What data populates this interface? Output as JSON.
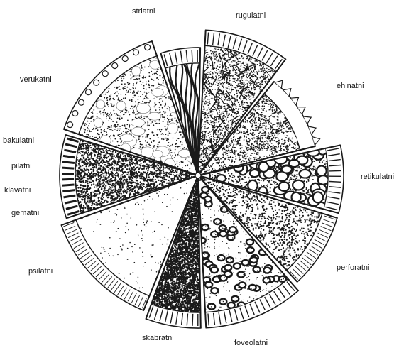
{
  "labels": {
    "striatni": "striatni",
    "rugulatni": "rugulatni",
    "verukatni": "verukatni",
    "ehinatni": "ehinatni",
    "bakulatni": "bakulatni",
    "pilatni": "pilatni",
    "retikulatni": "retikulatni",
    "klavatni": "klavatni",
    "gematni": "gematni",
    "psilatni": "psilatni",
    "perforatni": "perforatni",
    "skabratni": "skabratni",
    "foveolatni": "foveolatni"
  },
  "colors": {
    "ink": "#1a1a1a",
    "background": "#ffffff"
  }
}
